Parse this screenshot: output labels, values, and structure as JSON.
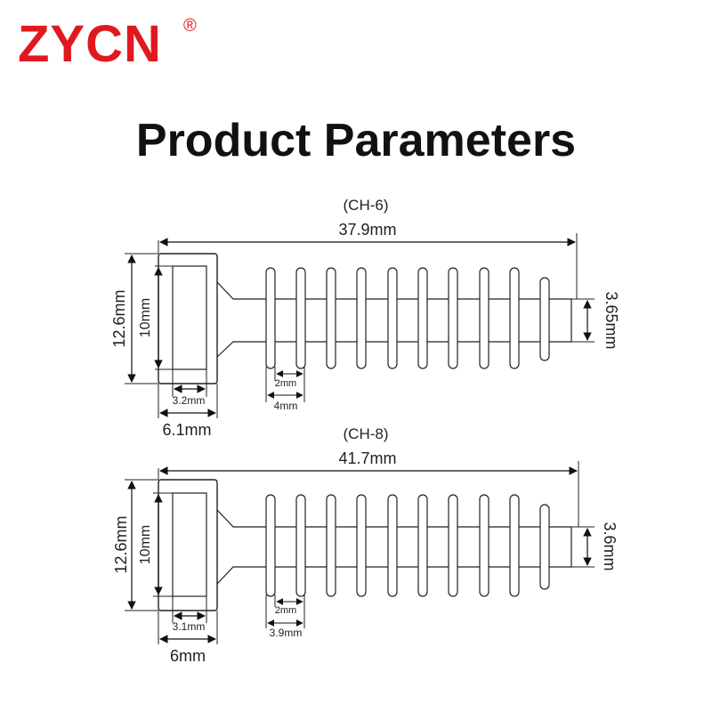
{
  "brand": {
    "name": "ZYCN",
    "registered": "®",
    "color": "#e0191f"
  },
  "title": "Product Parameters",
  "models": [
    {
      "model": "(CH-6)",
      "total_length": "37.9mm",
      "height": "12.6mm",
      "inner_height": "10mm",
      "head_width": "6.1mm",
      "inner_width": "3.2mm",
      "tail_height": "3.65mm",
      "rib_width": "2mm",
      "rib_pitch": "4mm"
    },
    {
      "model": "(CH-8)",
      "total_length": "41.7mm",
      "height": "12.6mm",
      "inner_height": "10mm",
      "head_width": "6mm",
      "inner_width": "3.1mm",
      "tail_height": "3.6mm",
      "rib_width": "2mm",
      "rib_pitch": "3.9mm"
    }
  ]
}
